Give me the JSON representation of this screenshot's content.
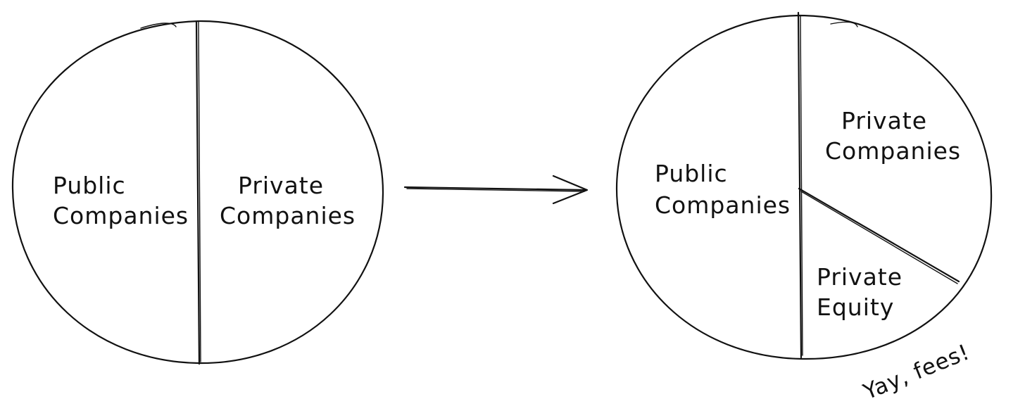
{
  "diagram": {
    "before": {
      "left_label": {
        "line1": "Public",
        "line2": "Companies"
      },
      "right_label": {
        "line1": "Private",
        "line2": "Companies"
      }
    },
    "after": {
      "left_label": {
        "line1": "Public",
        "line2": "Companies"
      },
      "top_right_label": {
        "line1": "Private",
        "line2": "Companies"
      },
      "bottom_right_label": {
        "line1": "Private",
        "line2": "Equity"
      }
    },
    "note": "Yay, fees!"
  },
  "colors": {
    "ink": "#111111",
    "background": "#ffffff"
  }
}
